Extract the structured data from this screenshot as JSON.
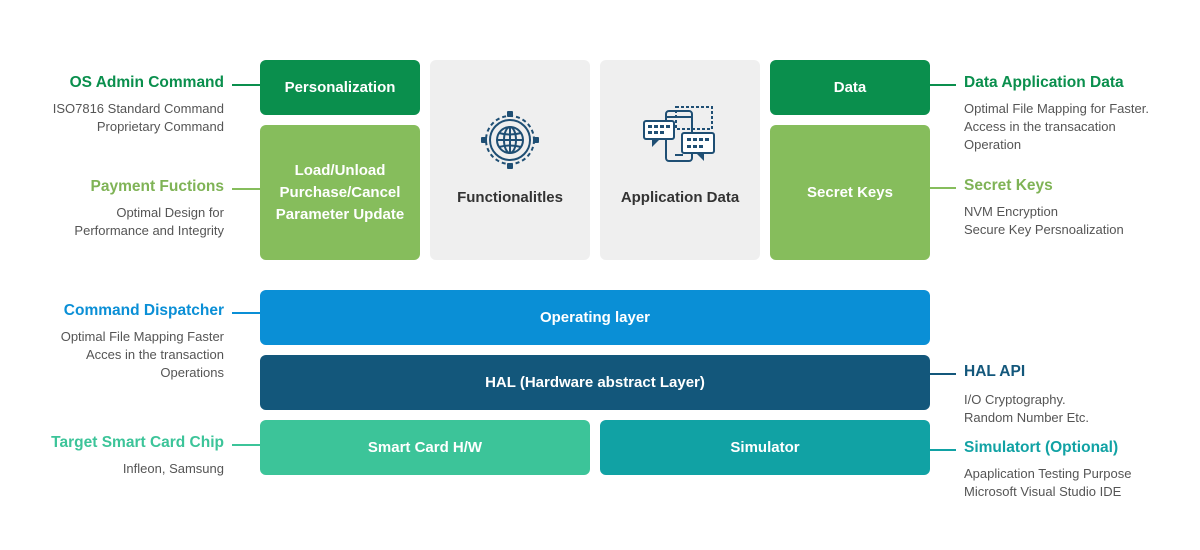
{
  "boxes": {
    "personalization": "Personalization",
    "load_line1": "Load/Unload",
    "load_line2": "Purchase/Cancel",
    "load_line3": "Parameter Update",
    "functionalities": "Functionalitles",
    "application_data": "Application Data",
    "data": "Data",
    "secret_keys": "Secret Keys",
    "operating_layer": "Operating layer",
    "hal": "HAL (Hardware abstract Layer)",
    "smart_card_hw": "Smart Card H/W",
    "simulator": "Simulator"
  },
  "left_annotations": {
    "os_admin": {
      "title": "OS Admin Command",
      "desc1": "ISO7816 Standard Command",
      "desc2": "Proprietary Command"
    },
    "payment": {
      "title": "Payment Fuctions",
      "desc1": "Optimal Design for",
      "desc2": "Performance and Integrity"
    },
    "dispatcher": {
      "title": "Command Dispatcher",
      "desc1": "Optimal File Mapping Faster",
      "desc2": "Acces in the transaction",
      "desc3": "Operations"
    },
    "target_chip": {
      "title": "Target Smart Card Chip",
      "desc1": "Infleon, Samsung"
    }
  },
  "right_annotations": {
    "data_app": {
      "title": "Data Application Data",
      "desc1": "Optimal File Mapping for Faster.",
      "desc2": "Access in the transacation",
      "desc3": "Operation"
    },
    "secret_keys": {
      "title": "Secret Keys",
      "desc1": "NVM Encryption",
      "desc2": "Secure Key Persnoalization"
    },
    "hal_api": {
      "title": "HAL API",
      "desc1": "I/O Cryptography.",
      "desc2": "Random Number Etc."
    },
    "simulator": {
      "title": "Simulatort (Optional)",
      "desc1": "Apaplication Testing Purpose",
      "desc2": "Microsoft Visual Studio IDE"
    }
  },
  "icons": {
    "functionalities": "gear-globe-icon",
    "application_data": "devices-chat-icon"
  },
  "colors": {
    "dark_green": "#0a8f4d",
    "light_green": "#86bd5c",
    "blue": "#0a8fd6",
    "navy": "#13577b",
    "mint": "#3cc499",
    "teal": "#11a2a4",
    "gray": "#efefef"
  }
}
